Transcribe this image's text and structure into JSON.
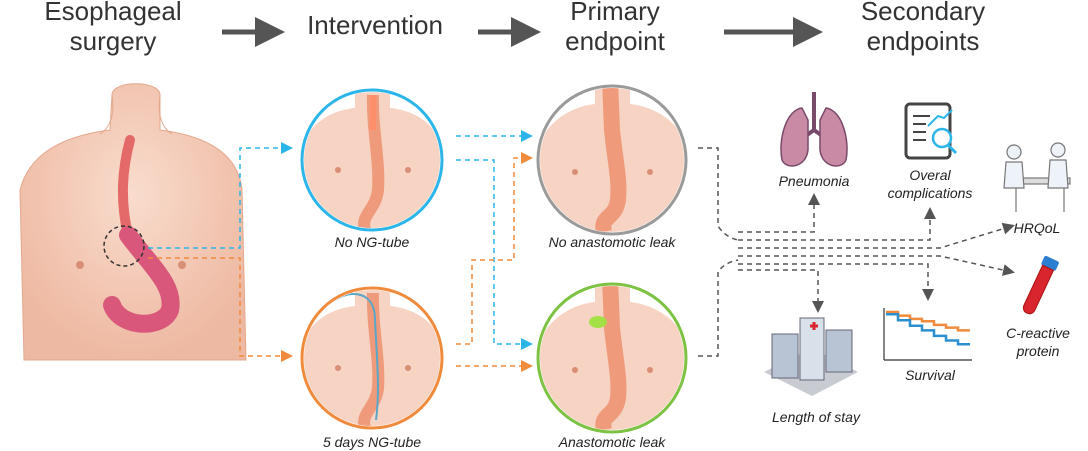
{
  "headers": {
    "surgery": [
      "Esophageal",
      "surgery"
    ],
    "intervention": [
      "Intervention"
    ],
    "primary": [
      "Primary",
      "endpoint"
    ],
    "secondary": [
      "Secondary",
      "endpoints"
    ]
  },
  "groups": {
    "no_ng_tube": "No NG-tube",
    "ng_tube": "5 days NG-tube"
  },
  "outcomes": {
    "no_leak": "No anastomotic leak",
    "leak": "Anastomotic leak"
  },
  "secondary": {
    "pneumonia": "Pneumonia",
    "complications": [
      "Overal",
      "complications"
    ],
    "hrqol": "HRQoL",
    "crp": [
      "C-reactive",
      "protein"
    ],
    "survival": "Survival",
    "stay": "Length of stay"
  },
  "colors": {
    "blue": "#2cb5e8",
    "orange": "#f08a3c",
    "gray": "#555555",
    "green": "#7dc242",
    "skin": "#f6d3c2"
  },
  "survival_chart": {
    "series": [
      {
        "color": "#f08a3c",
        "values": [
          1.0,
          0.92,
          0.85,
          0.8,
          0.72,
          0.66,
          0.6
        ]
      },
      {
        "color": "#2c8fd0",
        "values": [
          0.95,
          0.82,
          0.7,
          0.6,
          0.48,
          0.38,
          0.3
        ]
      }
    ]
  }
}
